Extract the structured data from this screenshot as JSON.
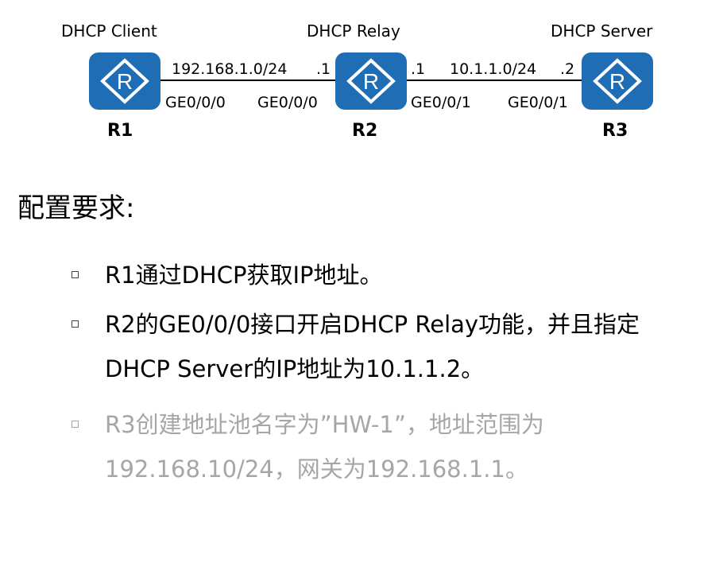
{
  "topology": {
    "routers": [
      {
        "id": "r1",
        "role": "DHCP Client",
        "name": "R1"
      },
      {
        "id": "r2",
        "role": "DHCP Relay",
        "name": "R2"
      },
      {
        "id": "r3",
        "role": "DHCP Server",
        "name": "R3"
      }
    ],
    "links": [
      {
        "network": "192.168.1.0/24",
        "left_if": "GE0/0/0",
        "right_if": "GE0/0/0",
        "right_host": ".1"
      },
      {
        "network": "10.1.1.0/24",
        "left_if": "GE0/0/1",
        "right_if": "GE0/0/1",
        "left_host": ".1",
        "right_host": ".2"
      }
    ],
    "router_icon": "router-icon",
    "router_color": "#1f6db5"
  },
  "requirements": {
    "title": "配置要求:",
    "items": [
      {
        "text": "R1通过DHCP获取IP地址。",
        "state": "normal"
      },
      {
        "text": "R2的GE0/0/0接口开启DHCP Relay功能，并且指定DHCP Server的IP地址为10.1.1.2。",
        "state": "normal"
      },
      {
        "text": "R3创建地址池名字为”HW-1”，地址范围为192.168.10/24，网关为192.168.1.1。",
        "state": "dimmed"
      }
    ],
    "bullet_icon": "square-bullet-icon",
    "dimmed_color": "#a6a6a6"
  }
}
